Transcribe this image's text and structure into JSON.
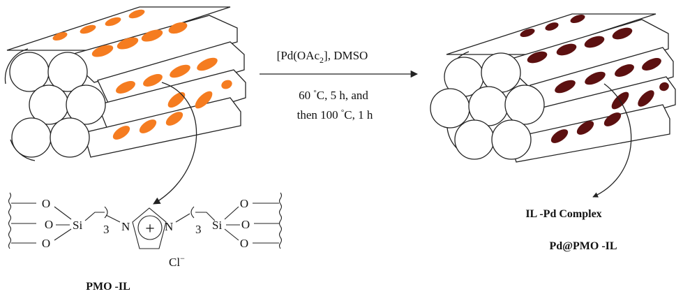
{
  "colors": {
    "pore_orange": "#f57c20",
    "pore_dark": "#5c1010",
    "stroke": "#222222"
  },
  "reaction": {
    "reagent": "[Pd(OAc",
    "reagent_sub": "2",
    "reagent_tail": "], DMSO",
    "condition_1_a": "60 ",
    "condition_1_deg": "°",
    "condition_1_b": "C,  5 h, and",
    "condition_2_a": "then 100 ",
    "condition_2_deg": "°",
    "condition_2_b": "C, 1 h"
  },
  "structure": {
    "o_labels": [
      "O",
      "O",
      "O",
      "O",
      "O",
      "O"
    ],
    "si_left": "Si",
    "si_right": "Si",
    "chain_n_left": "3",
    "chain_n_right": "3",
    "n_left": "N",
    "n_right": "N",
    "plus": "+",
    "counterion": "Cl",
    "counterion_sup": "−"
  },
  "labels": {
    "left_material": "PMO -IL",
    "right_complex": "IL -Pd Complex",
    "right_material": "Pd@PMO -IL"
  }
}
